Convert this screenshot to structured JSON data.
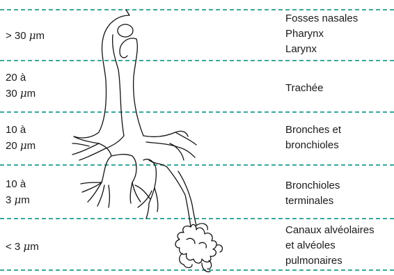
{
  "line_color": "#3aa89a",
  "zones": [
    {
      "size_parts": [
        "> 30 ",
        "μ",
        "m"
      ],
      "size_lines": null,
      "region_lines": [
        "Fosses nasales",
        "Pharynx",
        "Larynx"
      ]
    },
    {
      "size_lines": [
        "20 à",
        [
          "30 ",
          "μ",
          "m"
        ]
      ],
      "region_lines": [
        "Trachée"
      ]
    },
    {
      "size_lines": [
        "10 à",
        [
          "20 ",
          "μ",
          "m"
        ]
      ],
      "region_lines": [
        "Bronches et",
        "bronchioles"
      ]
    },
    {
      "size_lines": [
        "10 à",
        [
          "3 ",
          "μ",
          "m"
        ]
      ],
      "region_lines": [
        "Bronchioles",
        "terminales"
      ]
    },
    {
      "size_parts": [
        "< 3 ",
        "μ",
        "m"
      ],
      "size_lines": null,
      "region_lines": [
        "Canaux alvéolaires",
        "et alvéoles",
        "pulmonaires"
      ]
    }
  ],
  "z1_size_a": "> 30 ",
  "z1_size_mu": "μ",
  "z1_size_b": "m",
  "z1_r1": "Fosses nasales",
  "z1_r2": "Pharynx",
  "z1_r3": "Larynx",
  "z2_s1": "20 à",
  "z2_s2a": "30 ",
  "z2_s2mu": "μ",
  "z2_s2b": "m",
  "z2_r1": "Trachée",
  "z3_s1": "10 à",
  "z3_s2a": "20 ",
  "z3_s2mu": "μ",
  "z3_s2b": "m",
  "z3_r1": "Bronches et",
  "z3_r2": "bronchioles",
  "z4_s1": "10 à",
  "z4_s2a": "3 ",
  "z4_s2mu": "μ",
  "z4_s2b": "m",
  "z4_r1": "Bronchioles",
  "z4_r2": "terminales",
  "z5_size_a": "< 3 ",
  "z5_size_mu": "μ",
  "z5_size_b": "m",
  "z5_r1": "Canaux alvéolaires",
  "z5_r2": "et alvéoles",
  "z5_r3": "pulmonaires"
}
